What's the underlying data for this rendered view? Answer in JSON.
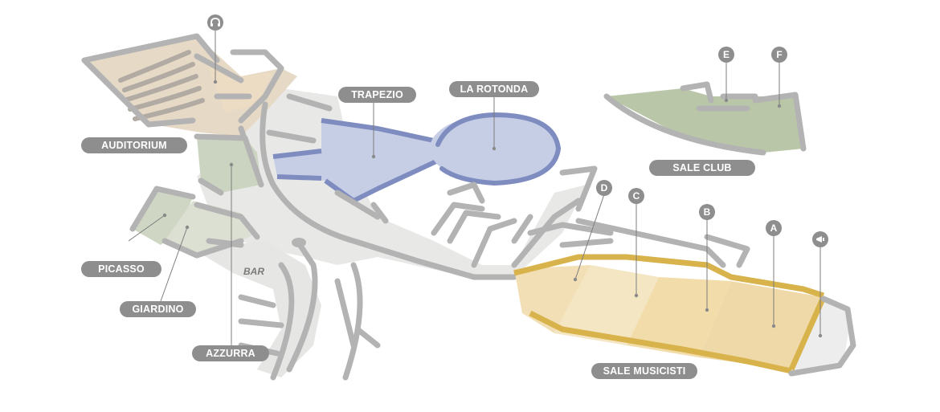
{
  "rooms": {
    "auditorium": "AUDITORIUM",
    "trapezio": "TRAPEZIO",
    "la_rotonda": "LA ROTONDA",
    "sale_club": "SALE CLUB",
    "picasso": "PICASSO",
    "giardino": "GIARDINO",
    "azzurra": "AZZURRA",
    "sale_musicisti": "SALE MUSICISTI",
    "bar": "BAR"
  },
  "markers": {
    "a": "A",
    "b": "B",
    "c": "C",
    "d": "D",
    "e": "E",
    "f": "F"
  },
  "icons": {
    "auditorium_marker": "headphones-icon",
    "musicisti_marker": "megaphone-icon"
  },
  "colors": {
    "walls": "#b5b5b5",
    "floor": "#e6e7e5",
    "auditorium": "#e3d5c2",
    "green_rooms": "#c9d3bd",
    "trapezio_rotonda": "#c5cde6",
    "trapezio_walls": "#7e8cc0",
    "sale_club": "#b8c7a7",
    "sale_musicisti": "#f1dfb3",
    "musicisti_walls": "#d8b24b",
    "label_bg": "#8e8e8e"
  }
}
